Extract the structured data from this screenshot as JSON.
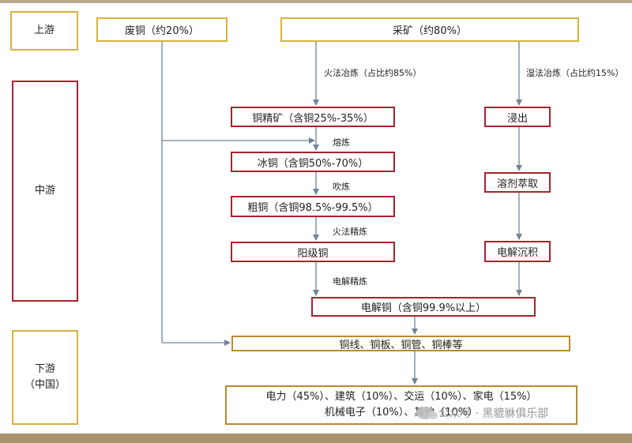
{
  "stages": {
    "upstream": "上游",
    "midstream": "中游",
    "downstream_line1": "下游",
    "downstream_line2": "（中国）"
  },
  "nodes": {
    "scrap_copper": "废铜（约20%）",
    "mining": "采矿（约80%）",
    "concentrate": "铜精矿（含铜25%-35%）",
    "matte": "冰铜（含铜50%-70%）",
    "blister": "粗铜（含铜98.5%-99.5%）",
    "anode": "阳级铜",
    "leaching": "浸出",
    "solvent_extraction": "溶剂萃取",
    "electrowinning": "电解沉积",
    "cathode": "电解铜（含铜99.9%以上）",
    "products": "铜线、铜板、铜管、铜棒等",
    "usage_line1": "电力（45%）、建筑（10%）、交运（10%）、家电（15%）",
    "usage_line2": "机械电子（10%）、其他（10%）"
  },
  "edge_labels": {
    "pyro": "火法冶炼（占比约85%）",
    "hydro": "湿法冶炼（占比约15%）",
    "smelting": "熔炼",
    "converting": "吹炼",
    "fire_refining": "火法精炼",
    "electro_refining": "电解精炼"
  },
  "watermark": "公众号 · 黑貔貅俱乐部",
  "colors": {
    "gold": "#d8b23c",
    "red": "#a8222d",
    "brown": "#b98a2e",
    "arrow": "#6f849a"
  }
}
